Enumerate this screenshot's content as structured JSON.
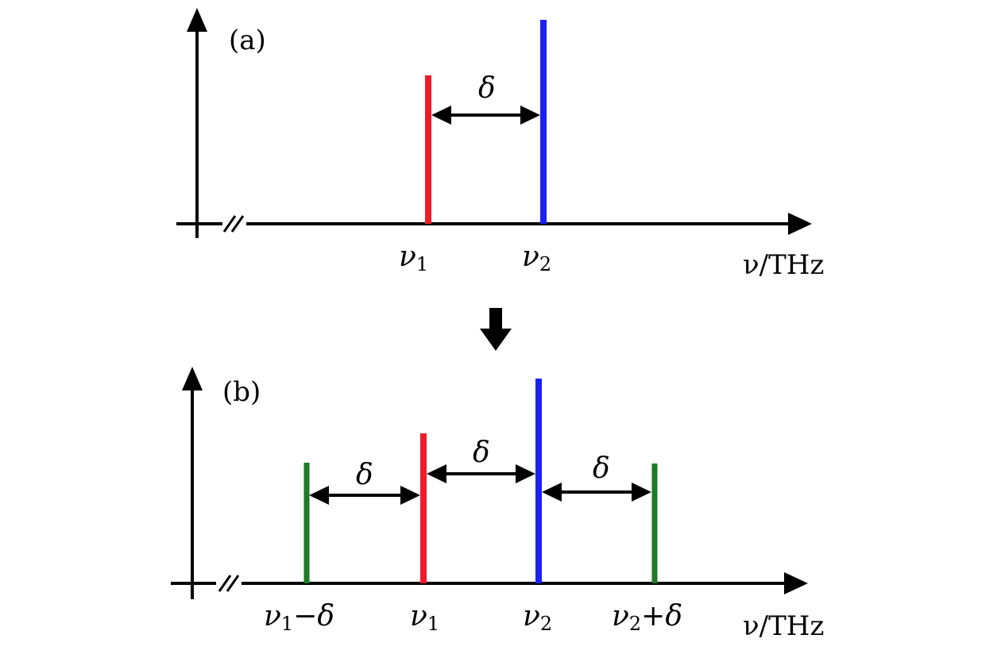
{
  "colors": {
    "nu1": "#ee1c2a",
    "nu2": "#1c22ee",
    "sideband": "#1e7a24",
    "axis": "#000000"
  },
  "panel_a": {
    "label": "(a)",
    "delta": "δ",
    "nu1": {
      "base": "ν",
      "sub": "1"
    },
    "nu2": {
      "base": "ν",
      "sub": "2"
    },
    "axis_unit": "ν/THz"
  },
  "panel_b": {
    "label": "(b)",
    "delta_left": "δ",
    "delta_mid": "δ",
    "delta_right": "δ",
    "nu1_minus": {
      "base": "ν",
      "sub": "1",
      "suffix": "−δ"
    },
    "nu1": {
      "base": "ν",
      "sub": "1"
    },
    "nu2": {
      "base": "ν",
      "sub": "2"
    },
    "nu2_plus": {
      "base": "ν",
      "sub": "2",
      "suffix": "+δ"
    },
    "axis_unit": "ν/THz"
  }
}
